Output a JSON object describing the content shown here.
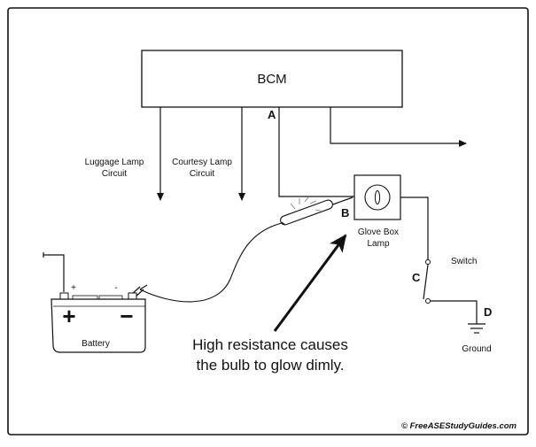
{
  "bcm": {
    "label": "BCM"
  },
  "pins": {
    "a": "A",
    "b": "B",
    "c": "C",
    "d": "D"
  },
  "circuits": {
    "luggage": [
      "Luggage Lamp",
      "Circuit"
    ],
    "courtesy": [
      "Courtesy Lamp",
      "Circuit"
    ]
  },
  "lamp": {
    "label": [
      "Glove Box",
      "Lamp"
    ]
  },
  "switch": {
    "label": "Switch"
  },
  "ground": {
    "label": "Ground"
  },
  "battery": {
    "label": "Battery",
    "pos_small": "+",
    "neg_small": "-",
    "pos_big": "+",
    "neg_big": "−"
  },
  "annotation": [
    "High resistance causes",
    "the bulb to glow dimly."
  ],
  "credit": "© FreeASEStudyGuides.com",
  "colors": {
    "line": "#111111",
    "background": "#ffffff"
  }
}
